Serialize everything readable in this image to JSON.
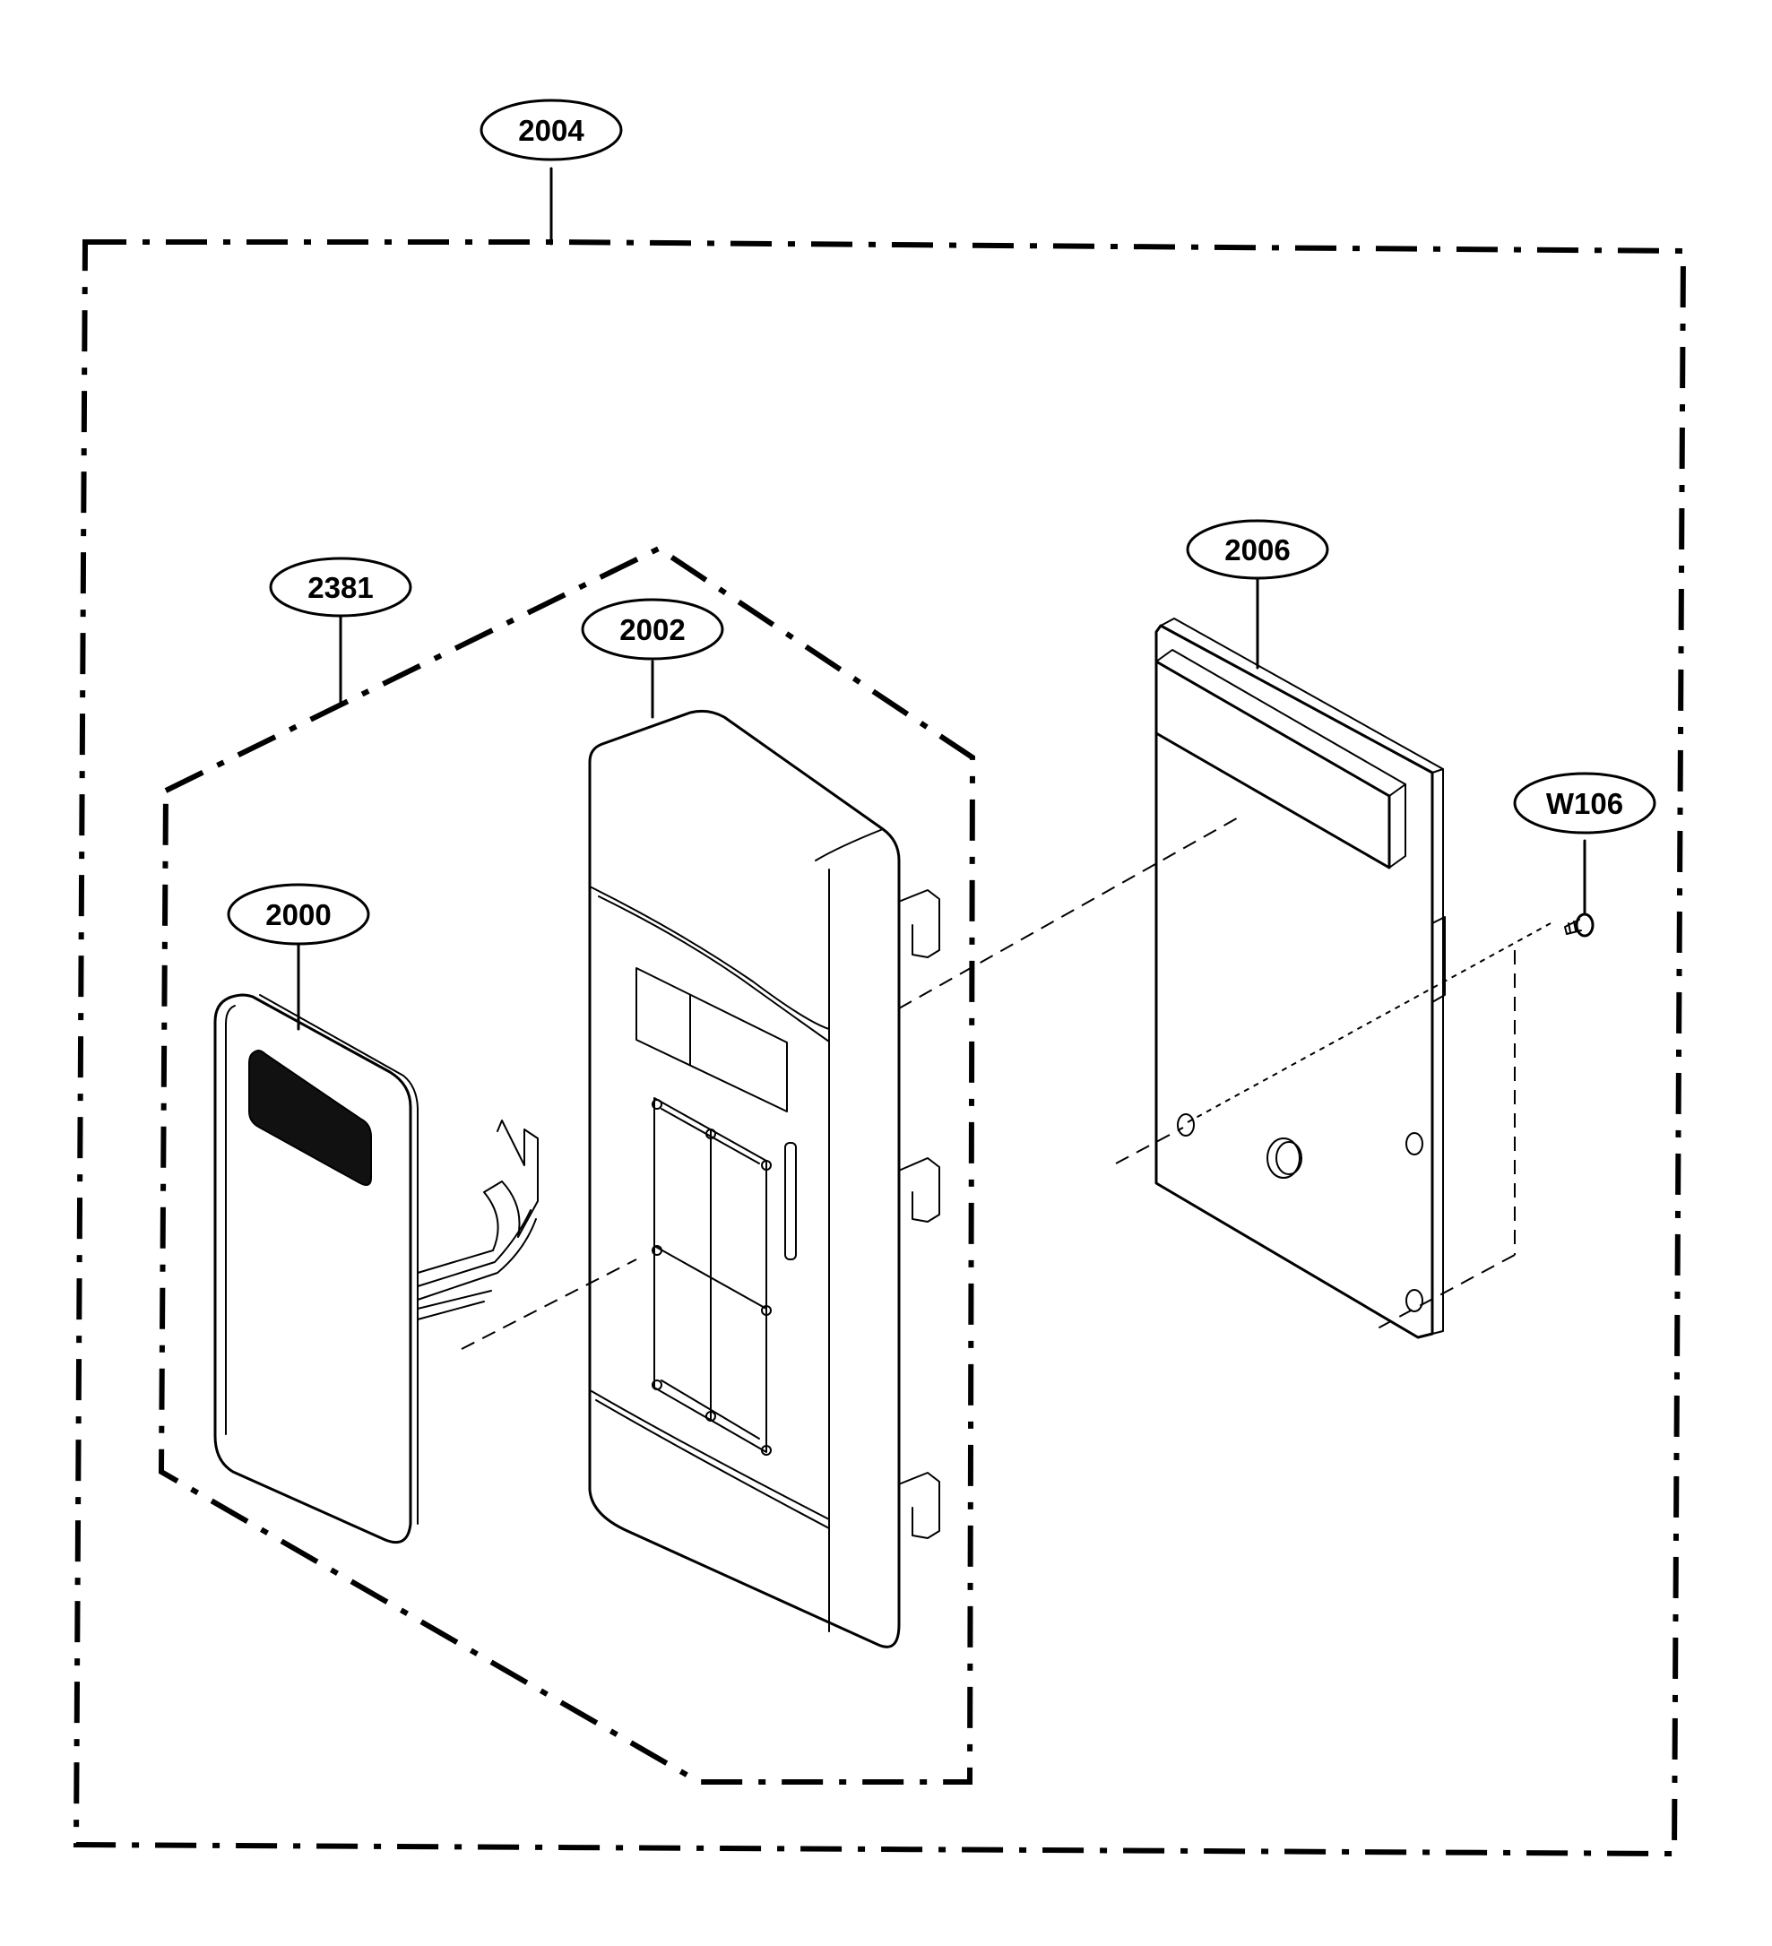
{
  "callouts": {
    "assembly": "2004",
    "sub_assembly": "2381",
    "frame": "2002",
    "membrane_sheet": "2000",
    "pcb": "2006",
    "screw": "W106"
  }
}
